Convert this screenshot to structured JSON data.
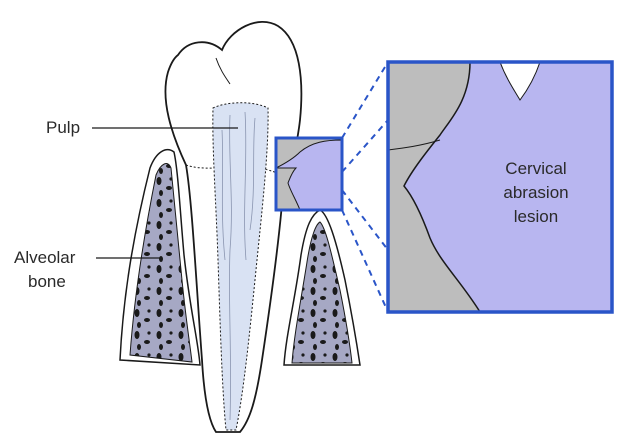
{
  "labels": {
    "pulp": "Pulp",
    "alveolar_line1": "Alveolar",
    "alveolar_line2": "bone",
    "lesion_line1": "Cervical",
    "lesion_line2": "abrasion",
    "lesion_line3": "lesion"
  },
  "colors": {
    "outline": "#1a1a1a",
    "pulp_fill": "#d9e2f3",
    "bone_fill": "#a6a8c4",
    "lesion_fill": "#b8b6f0",
    "tooth_section_fill": "#bdbdbd",
    "magnifier_frame": "#2a55c8",
    "background": "#ffffff"
  }
}
